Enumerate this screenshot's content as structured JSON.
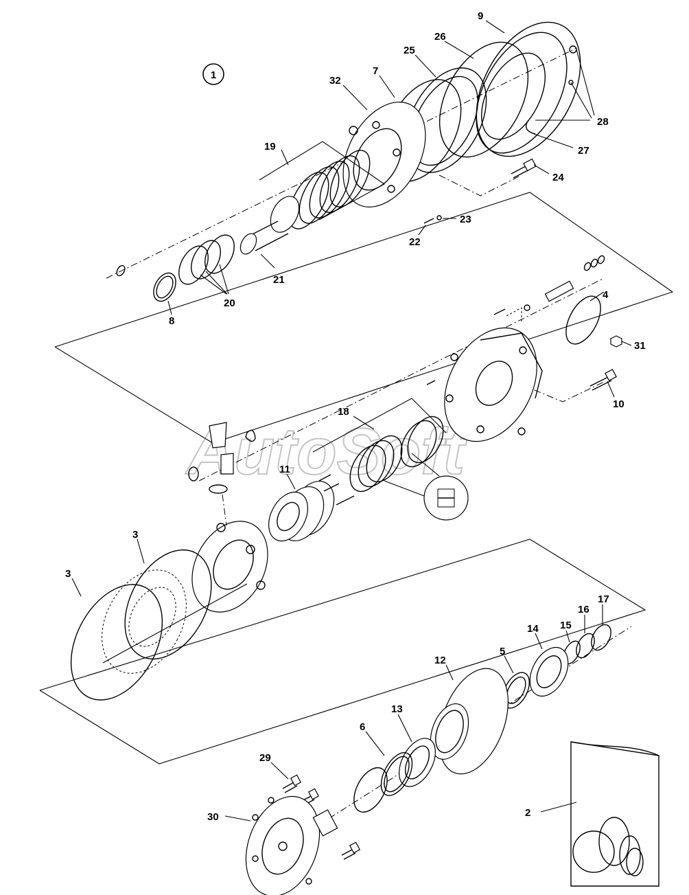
{
  "figure": {
    "view_number": "1",
    "watermark": "AutoSoft"
  },
  "callouts": [
    {
      "id": "c9",
      "label": "9"
    },
    {
      "id": "c26",
      "label": "26"
    },
    {
      "id": "c25",
      "label": "25"
    },
    {
      "id": "c7",
      "label": "7"
    },
    {
      "id": "c32",
      "label": "32"
    },
    {
      "id": "c28",
      "label": "28"
    },
    {
      "id": "c27",
      "label": "27"
    },
    {
      "id": "c19",
      "label": "19"
    },
    {
      "id": "c24",
      "label": "24"
    },
    {
      "id": "c23",
      "label": "23"
    },
    {
      "id": "c22",
      "label": "22"
    },
    {
      "id": "c21",
      "label": "21"
    },
    {
      "id": "c20",
      "label": "20"
    },
    {
      "id": "c8",
      "label": "8"
    },
    {
      "id": "c4",
      "label": "4"
    },
    {
      "id": "c31",
      "label": "31"
    },
    {
      "id": "c10",
      "label": "10"
    },
    {
      "id": "c18",
      "label": "18"
    },
    {
      "id": "c11",
      "label": "11"
    },
    {
      "id": "c3a",
      "label": "3"
    },
    {
      "id": "c3b",
      "label": "3"
    },
    {
      "id": "c17",
      "label": "17"
    },
    {
      "id": "c16",
      "label": "16"
    },
    {
      "id": "c15",
      "label": "15"
    },
    {
      "id": "c14",
      "label": "14"
    },
    {
      "id": "c5",
      "label": "5"
    },
    {
      "id": "c12",
      "label": "12"
    },
    {
      "id": "c13",
      "label": "13"
    },
    {
      "id": "c6",
      "label": "6"
    },
    {
      "id": "c29",
      "label": "29"
    },
    {
      "id": "c30",
      "label": "30"
    },
    {
      "id": "c2",
      "label": "2"
    }
  ]
}
